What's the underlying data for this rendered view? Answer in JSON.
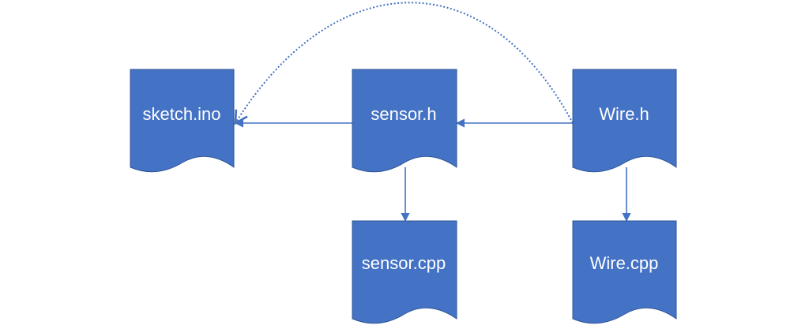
{
  "colors": {
    "node_fill": "#4472C4",
    "node_stroke": "#2F5597",
    "edge": "#4472C4",
    "label": "#ffffff"
  },
  "nodes": [
    {
      "id": "sketch",
      "label": "sketch.ino"
    },
    {
      "id": "sensor_h",
      "label": "sensor.h"
    },
    {
      "id": "wire_h",
      "label": "Wire.h"
    },
    {
      "id": "sensor_cpp",
      "label": "sensor.cpp"
    },
    {
      "id": "wire_cpp",
      "label": "Wire.cpp"
    }
  ],
  "edges": [
    {
      "from": "sensor_h",
      "to": "sketch",
      "style": "solid"
    },
    {
      "from": "wire_h",
      "to": "sensor_h",
      "style": "solid"
    },
    {
      "from": "sensor_h",
      "to": "sensor_cpp",
      "style": "solid"
    },
    {
      "from": "wire_h",
      "to": "wire_cpp",
      "style": "solid"
    },
    {
      "from": "wire_h",
      "to": "sketch",
      "style": "dotted"
    }
  ]
}
